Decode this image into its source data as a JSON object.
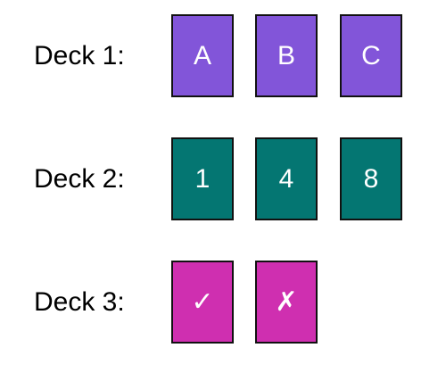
{
  "decks": [
    {
      "label": "Deck 1:",
      "color": "#8255d9",
      "cards": [
        "A",
        "B",
        "C"
      ]
    },
    {
      "label": "Deck 2:",
      "color": "#047672",
      "cards": [
        "1",
        "4",
        "8"
      ]
    },
    {
      "label": "Deck 3:",
      "color": "#cf2fb0",
      "cards": [
        "✓",
        "✗"
      ]
    }
  ]
}
